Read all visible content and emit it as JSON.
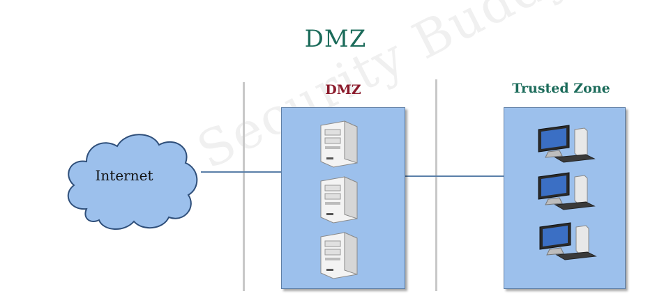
{
  "diagram": {
    "title": "DMZ",
    "watermark": "The Security Buddy",
    "internet": {
      "label": "Internet",
      "icon": "cloud-icon"
    },
    "dmz_zone": {
      "label": "DMZ",
      "label_color": "#8b1a2b",
      "devices": [
        "server-icon",
        "server-icon",
        "server-icon"
      ]
    },
    "trusted_zone": {
      "label": "Trusted Zone",
      "label_color": "#1b6b5a",
      "devices": [
        "desktop-computer-icon",
        "desktop-computer-icon",
        "desktop-computer-icon"
      ]
    },
    "colors": {
      "title": "#1b6b5a",
      "zone_fill": "#9cc0ec",
      "cloud_fill": "#9cc0ec",
      "link": "#5a7fa8"
    }
  }
}
